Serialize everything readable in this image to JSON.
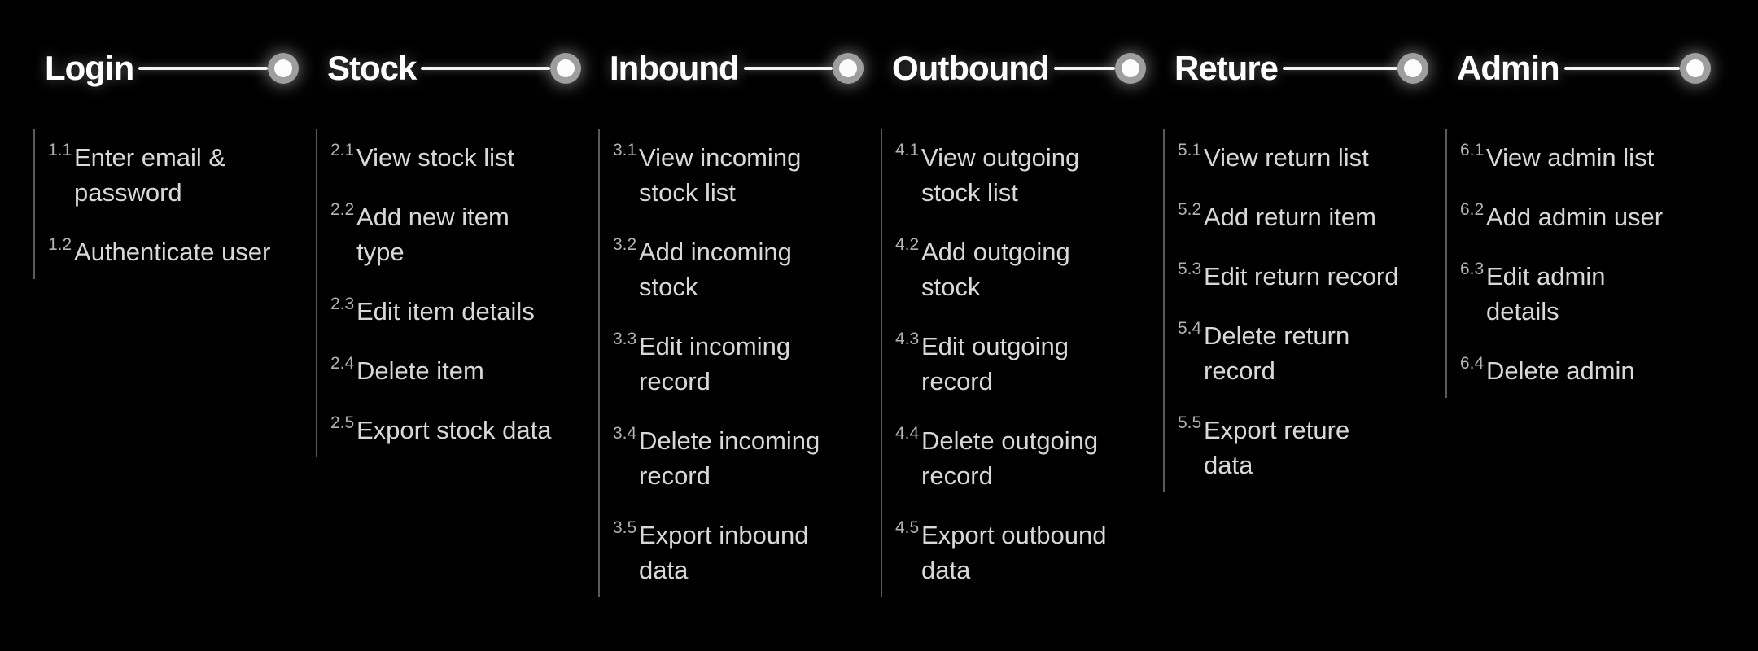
{
  "theme": {
    "background": "#000000",
    "header_text_color": "#ffffff",
    "connector_color": "#f5f5f5",
    "node_ring_color": "#9e9e9e",
    "node_core_color": "#fcfcfc",
    "item_text_color": "#d8d8d8",
    "item_number_color": "#b3b3b3",
    "list_divider_color": "#5a5a5a"
  },
  "columns": [
    {
      "title": "Login",
      "items": [
        {
          "num": "1.1",
          "text": "Enter email &\npassword"
        },
        {
          "num": "1.2",
          "text": "Authenticate user"
        }
      ]
    },
    {
      "title": "Stock",
      "items": [
        {
          "num": "2.1",
          "text": "View stock list"
        },
        {
          "num": "2.2",
          "text": "Add new item\ntype"
        },
        {
          "num": "2.3",
          "text": "Edit item details"
        },
        {
          "num": "2.4",
          "text": "Delete item"
        },
        {
          "num": "2.5",
          "text": "Export stock data"
        }
      ]
    },
    {
      "title": "Inbound",
      "items": [
        {
          "num": "3.1",
          "text": "View incoming\nstock list"
        },
        {
          "num": "3.2",
          "text": "Add incoming\nstock"
        },
        {
          "num": "3.3",
          "text": "Edit incoming\nrecord"
        },
        {
          "num": "3.4",
          "text": "Delete incoming\nrecord"
        },
        {
          "num": "3.5",
          "text": "Export inbound\ndata"
        }
      ]
    },
    {
      "title": "Outbound",
      "items": [
        {
          "num": "4.1",
          "text": "View outgoing\nstock list"
        },
        {
          "num": "4.2",
          "text": "Add outgoing\nstock"
        },
        {
          "num": "4.3",
          "text": "Edit outgoing\nrecord"
        },
        {
          "num": "4.4",
          "text": "Delete outgoing\nrecord"
        },
        {
          "num": "4.5",
          "text": "Export outbound\ndata"
        }
      ]
    },
    {
      "title": "Reture",
      "items": [
        {
          "num": "5.1",
          "text": "View return list"
        },
        {
          "num": "5.2",
          "text": "Add return item"
        },
        {
          "num": "5.3",
          "text": "Edit return record"
        },
        {
          "num": "5.4",
          "text": "Delete return\nrecord"
        },
        {
          "num": "5.5",
          "text": "Export reture\ndata"
        }
      ]
    },
    {
      "title": "Admin",
      "items": [
        {
          "num": "6.1",
          "text": "View admin list"
        },
        {
          "num": "6.2",
          "text": "Add admin user"
        },
        {
          "num": "6.3",
          "text": "Edit admin\ndetails"
        },
        {
          "num": "6.4",
          "text": "Delete admin"
        }
      ]
    }
  ]
}
